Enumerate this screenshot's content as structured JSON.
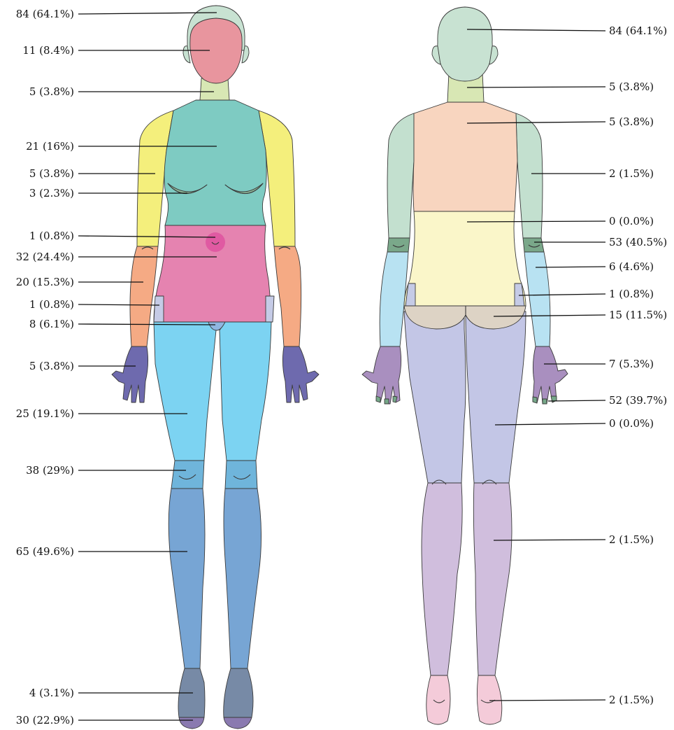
{
  "colors": {
    "head": "#c8e2d2",
    "face": "#e8959e",
    "neck": "#d8e7b4",
    "chest": "#7ecbc2",
    "chest_fold": "#8eb89a",
    "upper_arm_front": "#f4ef7c",
    "forearm_front": "#f5aa84",
    "abdomen": "#e583b0",
    "navel": "#e05aa2",
    "hip_side": "#c5cbe6",
    "groin": "#8fb6e0",
    "hand_front": "#6e6aae",
    "thigh_front": "#7cd3f2",
    "knee_front": "#6fb5db",
    "lower_leg_front": "#77a5d4",
    "foot_front": "#778aa6",
    "sole_front": "#8a7ab0",
    "upper_back": "#f8d5bf",
    "lower_back": "#faf6c9",
    "buttocks": "#ddd3c5",
    "upper_arm_back": "#c3e0cf",
    "elbow_back": "#7aa88a",
    "forearm_back": "#b8e2f2",
    "hand_back": "#a98fbf",
    "fingertip": "#76a889",
    "thigh_back": "#c3c6e6",
    "calf_back": "#d0bedd",
    "heel_back": "#f4cbd9"
  },
  "front": {
    "labels": [
      {
        "region": "head",
        "text": "84 (64.1%)"
      },
      {
        "region": "face",
        "text": "11 (8.4%)"
      },
      {
        "region": "neck",
        "text": "5 (3.8%)"
      },
      {
        "region": "chest",
        "text": "21 (16%)"
      },
      {
        "region": "upper-arm",
        "text": "5 (3.8%)"
      },
      {
        "region": "breast-fold",
        "text": "3 (2.3%)"
      },
      {
        "region": "navel",
        "text": "1 (0.8%)"
      },
      {
        "region": "abdomen",
        "text": "32 (24.4%)"
      },
      {
        "region": "forearm",
        "text": "20 (15.3%)"
      },
      {
        "region": "hip-side",
        "text": "1 (0.8%)"
      },
      {
        "region": "groin",
        "text": "8 (6.1%)"
      },
      {
        "region": "hand",
        "text": "5 (3.8%)"
      },
      {
        "region": "thigh",
        "text": "25 (19.1%)"
      },
      {
        "region": "knee",
        "text": "38 (29%)"
      },
      {
        "region": "lower-leg",
        "text": "65 (49.6%)"
      },
      {
        "region": "foot",
        "text": "4 (3.1%)"
      },
      {
        "region": "sole",
        "text": "30 (22.9%)"
      }
    ]
  },
  "back": {
    "labels": [
      {
        "region": "head",
        "text": "84 (64.1%)"
      },
      {
        "region": "neck",
        "text": "5 (3.8%)"
      },
      {
        "region": "upper-back",
        "text": "5 (3.8%)"
      },
      {
        "region": "upper-arm",
        "text": "2 (1.5%)"
      },
      {
        "region": "lower-back",
        "text": "0 (0.0%)"
      },
      {
        "region": "elbow",
        "text": "53 (40.5%)"
      },
      {
        "region": "forearm",
        "text": "6 (4.6%)"
      },
      {
        "region": "hip-side",
        "text": "1 (0.8%)"
      },
      {
        "region": "buttocks",
        "text": "15 (11.5%)"
      },
      {
        "region": "hand",
        "text": "7 (5.3%)"
      },
      {
        "region": "fingertips",
        "text": "52 (39.7%)"
      },
      {
        "region": "thigh",
        "text": "0 (0.0%)"
      },
      {
        "region": "calf",
        "text": "2 (1.5%)"
      },
      {
        "region": "heel",
        "text": "2 (1.5%)"
      }
    ]
  }
}
